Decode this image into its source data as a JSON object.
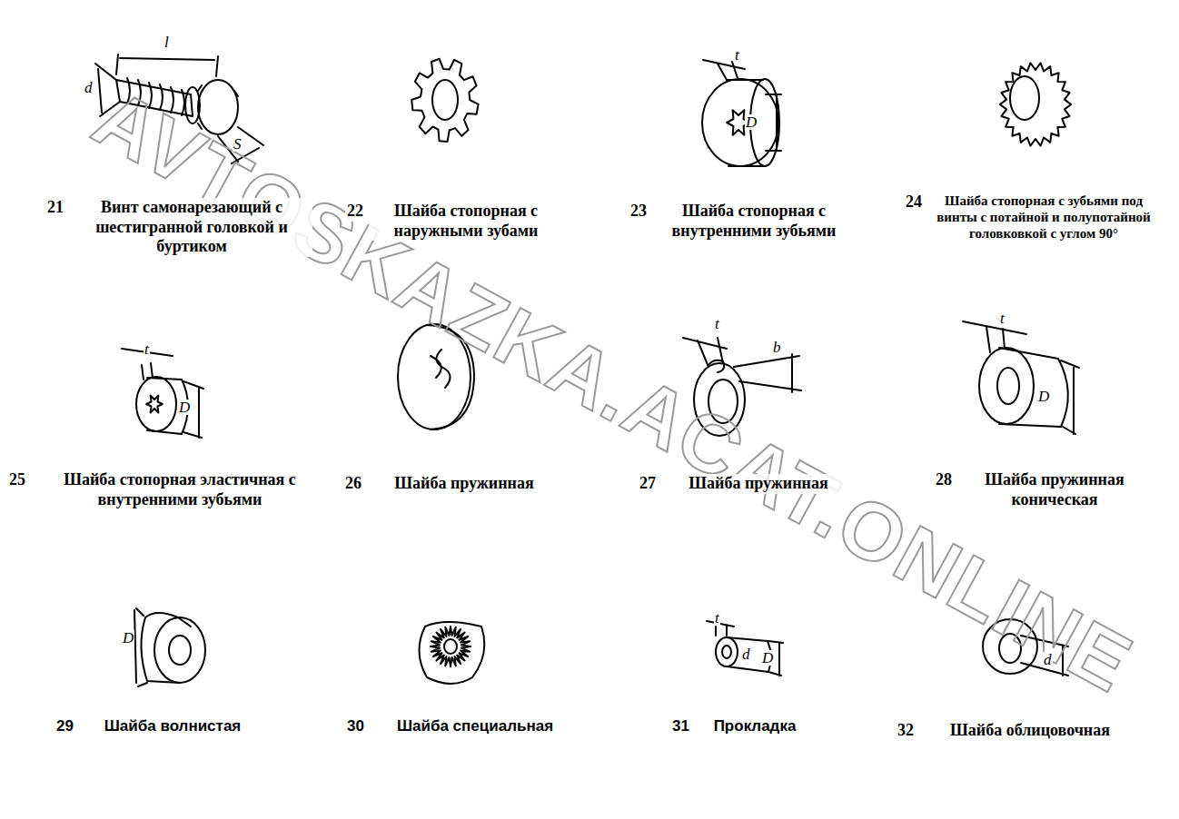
{
  "diagram": {
    "labels": [
      "21",
      "Винт самонарезающий с шестигранной головкой и буртиком",
      "22",
      "Шайба стопорная с наружными зубами",
      "23",
      "Шайба стопорная с внутренними зубьями",
      "24",
      "Шайба стопорная с зубьями под винты с потайной и полупотайной головковкой с углом 90°",
      "25",
      "Шайба стопорная эластичная с внутренними зубьями",
      "26",
      "Шайба пружинная",
      "27",
      "Шайба пружинная",
      "28",
      "Шайба пружинная коническая",
      "29",
      "Шайба волнистая",
      "30",
      "Шайба специальная",
      "31",
      "Прокладка",
      "32",
      "Шайба облицовочная",
      "l",
      "d",
      "S",
      "t",
      "D",
      "t",
      "D",
      "t",
      "b",
      "t",
      "D",
      "D",
      "t",
      "d",
      "D",
      "d",
      "AVTOSKAZKA.ACAT.ONLINE"
    ]
  }
}
